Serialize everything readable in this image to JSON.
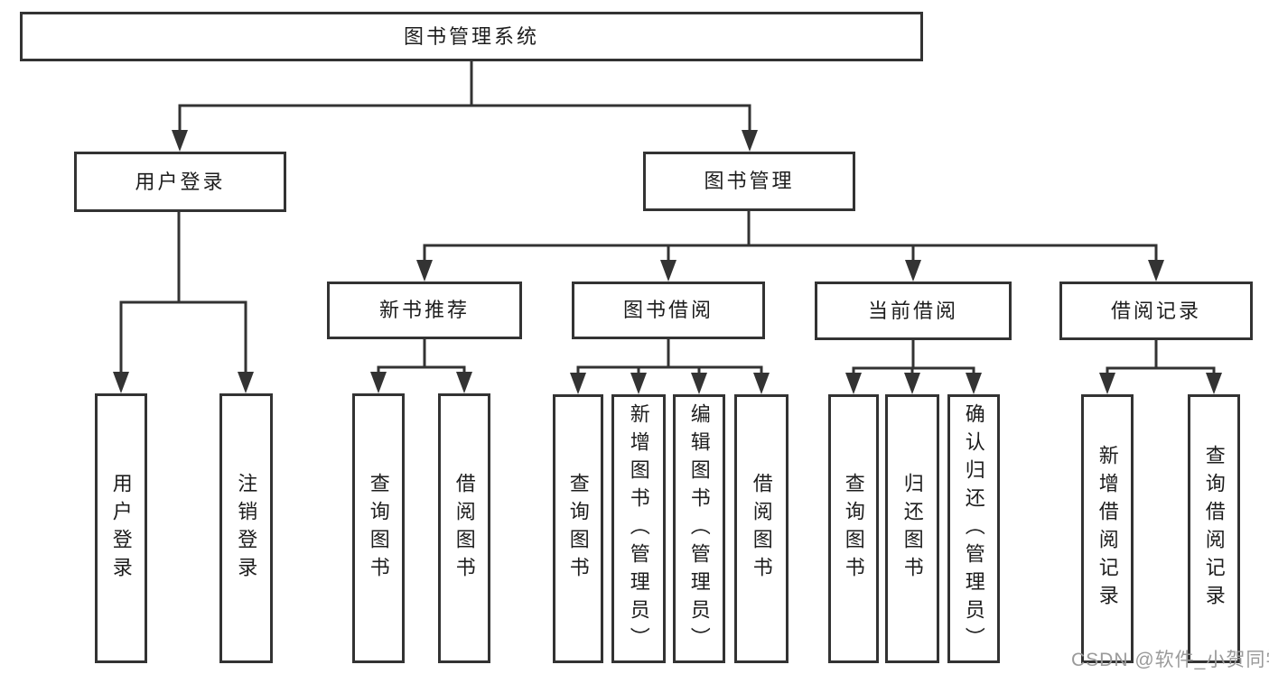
{
  "tree": {
    "label": "图书管理系统",
    "children": [
      {
        "label": "用户登录",
        "children": [
          {
            "label": "用户登录"
          },
          {
            "label": "注销登录"
          }
        ]
      },
      {
        "label": "图书管理",
        "children": [
          {
            "label": "新书推荐",
            "children": [
              {
                "label": "查询图书"
              },
              {
                "label": "借阅图书"
              }
            ]
          },
          {
            "label": "图书借阅",
            "children": [
              {
                "label": "查询图书"
              },
              {
                "label": "新增图书（管理员）"
              },
              {
                "label": "编辑图书（管理员）"
              },
              {
                "label": "借阅图书"
              }
            ]
          },
          {
            "label": "当前借阅",
            "children": [
              {
                "label": "查询图书"
              },
              {
                "label": "归还图书"
              },
              {
                "label": "确认归还（管理员）"
              }
            ]
          },
          {
            "label": "借阅记录",
            "children": [
              {
                "label": "新增借阅记录"
              },
              {
                "label": "查询借阅记录"
              }
            ]
          }
        ]
      }
    ]
  },
  "watermark": {
    "text": "CSDN @软件_小贺同学"
  },
  "colors": {
    "line": "#333333",
    "text": "#1d1d1d",
    "watermark": "#9a9a9a",
    "background": "#ffffff"
  }
}
